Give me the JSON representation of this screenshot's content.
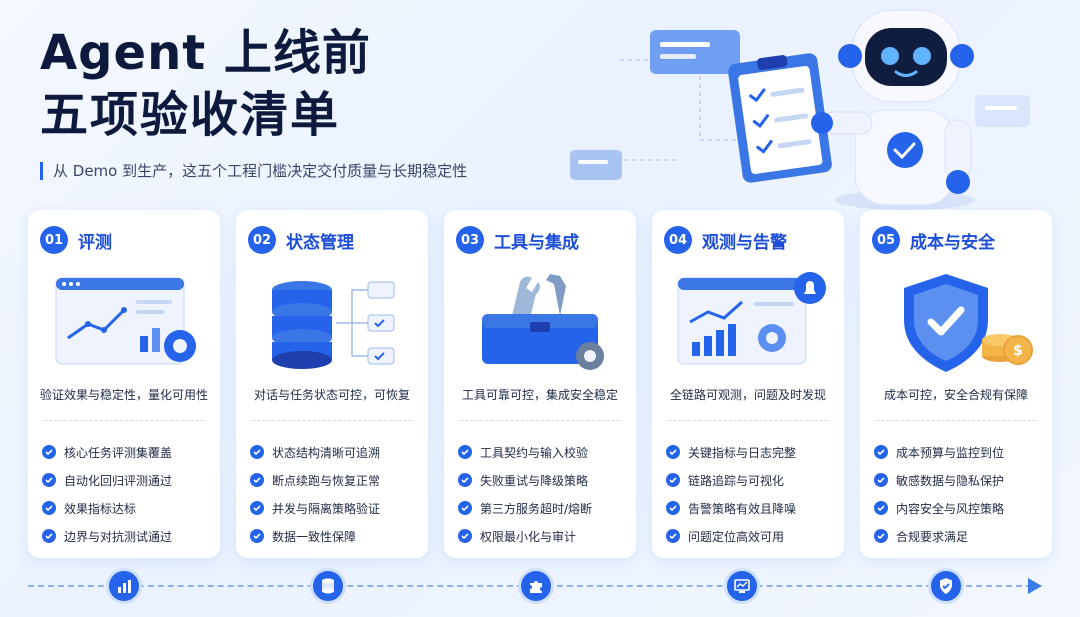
{
  "header": {
    "title_line1": "Agent 上线前",
    "title_line2": "五项验收清单",
    "subtitle": "从 Demo 到生产，这五个工程门槛决定交付质量与长期稳定性"
  },
  "colors": {
    "accent": "#2563eb",
    "title": "#0e1a3d",
    "card_bg": "#ffffff",
    "card_title": "#1d4ed8"
  },
  "cards": [
    {
      "num": "01",
      "title": "评测",
      "icon": "dashboard-chart-icon",
      "desc": "验证效果与稳定性，量化可用性",
      "checks": [
        "核心任务评测集覆盖",
        "自动化回归评测通过",
        "效果指标达标",
        "边界与对抗测试通过"
      ]
    },
    {
      "num": "02",
      "title": "状态管理",
      "icon": "database-flow-icon",
      "desc": "对话与任务状态可控，可恢复",
      "checks": [
        "状态结构清晰可追溯",
        "断点续跑与恢复正常",
        "并发与隔离策略验证",
        "数据一致性保障"
      ]
    },
    {
      "num": "03",
      "title": "工具与集成",
      "icon": "toolbox-icon",
      "desc": "工具可靠可控，集成安全稳定",
      "checks": [
        "工具契约与输入校验",
        "失败重试与降级策略",
        "第三方服务超时/熔断",
        "权限最小化与审计"
      ]
    },
    {
      "num": "04",
      "title": "观测与告警",
      "icon": "monitor-bell-icon",
      "desc": "全链路可观测，问题及时发现",
      "checks": [
        "关键指标与日志完整",
        "链路追踪与可视化",
        "告警策略有效且降噪",
        "问题定位高效可用"
      ]
    },
    {
      "num": "05",
      "title": "成本与安全",
      "icon": "shield-coins-icon",
      "desc": "成本可控，安全合规有保障",
      "checks": [
        "成本预算与监控到位",
        "敏感数据与隐私保护",
        "内容安全与风控策略",
        "合规要求满足"
      ]
    }
  ],
  "timeline": {
    "nodes": [
      "bar-chart-icon",
      "database-icon",
      "puzzle-icon",
      "monitor-chart-icon",
      "shield-check-icon"
    ]
  }
}
